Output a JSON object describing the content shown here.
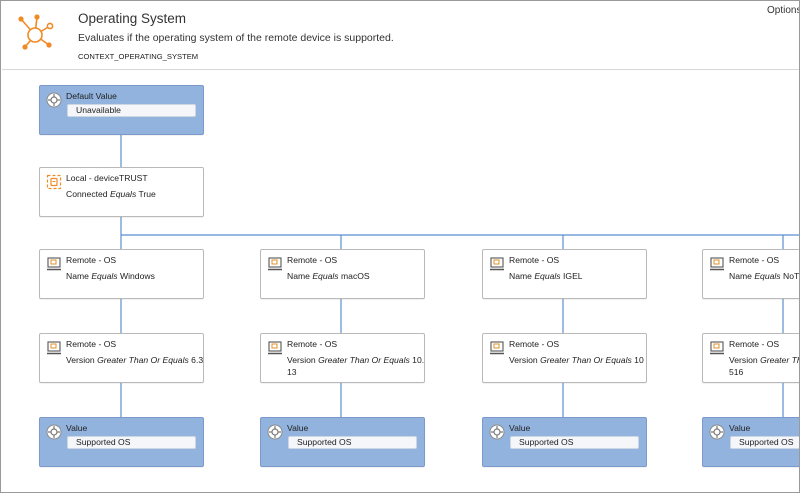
{
  "header": {
    "title": "Operating System",
    "description": "Evaluates if the operating system of the remote device is supported.",
    "context_id": "CONTEXT_OPERATING_SYSTEM",
    "options_label": "Options",
    "logo_icon": "hub-network-icon"
  },
  "colors": {
    "value_node_fill": "#92b3de",
    "connector": "#5b8fcf",
    "logo_orange": "#f08a24"
  },
  "default_node": {
    "title": "Default Value",
    "value": "Unavailable",
    "icon": "gear-target-icon"
  },
  "local_node": {
    "title": "Local - deviceTRUST",
    "property": "Connected",
    "operator": "Equals",
    "operand": "True",
    "icon": "devicetrust-local-icon"
  },
  "columns": [
    {
      "name_node": {
        "title": "Remote - OS",
        "property": "Name",
        "operator": "Equals",
        "operand": "Windows",
        "icon": "remote-computer-icon"
      },
      "version_node": {
        "title": "Remote - OS",
        "property": "Version",
        "operator": "Greater Than Or Equals",
        "operand": "6.3",
        "operand_wrap": "",
        "icon": "remote-computer-icon"
      },
      "value_node": {
        "title": "Value",
        "value": "Supported OS",
        "icon": "gear-target-icon"
      }
    },
    {
      "name_node": {
        "title": "Remote - OS",
        "property": "Name",
        "operator": "Equals",
        "operand": "macOS",
        "icon": "remote-computer-icon"
      },
      "version_node": {
        "title": "Remote - OS",
        "property": "Version",
        "operator": "Greater Than Or Equals",
        "operand": "10.",
        "operand_wrap": "13",
        "icon": "remote-computer-icon"
      },
      "value_node": {
        "title": "Value",
        "value": "Supported OS",
        "icon": "gear-target-icon"
      }
    },
    {
      "name_node": {
        "title": "Remote - OS",
        "property": "Name",
        "operator": "Equals",
        "operand": "IGEL",
        "icon": "remote-computer-icon"
      },
      "version_node": {
        "title": "Remote - OS",
        "property": "Version",
        "operator": "Greater Than Or Equals",
        "operand": "10",
        "operand_wrap": "",
        "icon": "remote-computer-icon"
      },
      "value_node": {
        "title": "Value",
        "value": "Supported OS",
        "icon": "gear-target-icon"
      }
    },
    {
      "name_node": {
        "title": "Remote - OS",
        "property": "Name",
        "operator": "Equals",
        "operand": "NoT",
        "icon": "remote-computer-icon"
      },
      "version_node": {
        "title": "Remote - OS",
        "property": "Version",
        "operator": "Greater Th",
        "operand": "",
        "operand_wrap": "516",
        "icon": "remote-computer-icon"
      },
      "value_node": {
        "title": "Value",
        "value": "Supported OS",
        "icon": "gear-target-icon"
      }
    }
  ]
}
